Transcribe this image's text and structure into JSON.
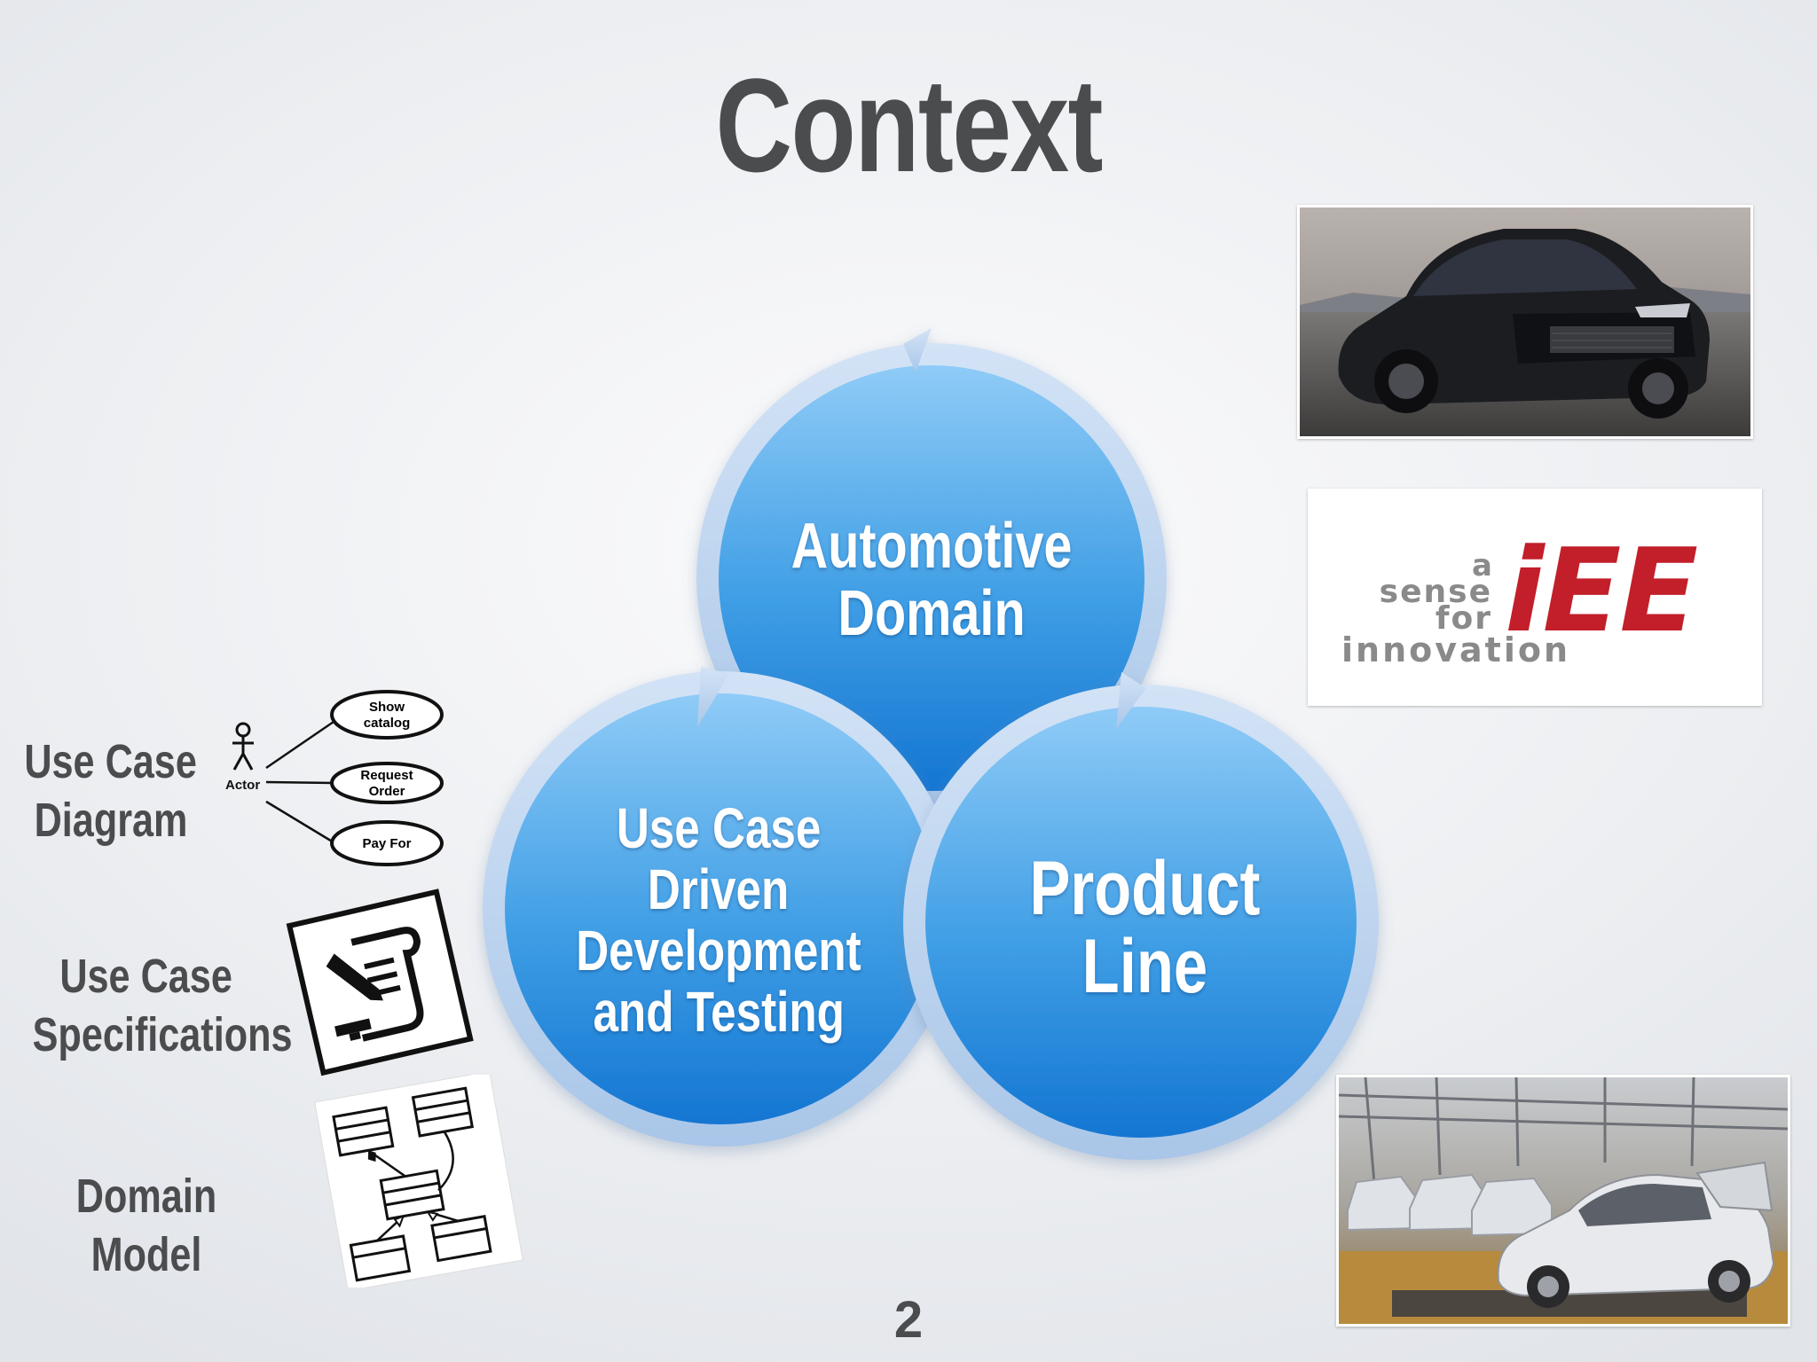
{
  "slide": {
    "title": "Context",
    "page_number": "2"
  },
  "venn": {
    "top_circle": [
      "Automotive",
      "Domain"
    ],
    "left_circle": [
      "Use Case",
      "Driven",
      "Development",
      "and Testing"
    ],
    "right_circle": [
      "Product",
      "Line"
    ],
    "colors": {
      "fill_top": "#8cc9f6",
      "fill_bottom": "#1679d3",
      "ring": "#b9d2ee"
    }
  },
  "side_labels": {
    "use_case_diagram": [
      "Use Case",
      "Diagram"
    ],
    "use_case_specifications": [
      "Use Case",
      "Specifications"
    ],
    "domain_model": [
      "Domain",
      "Model"
    ]
  },
  "use_case_diagram": {
    "actor_label": "Actor",
    "use_cases": [
      [
        "Show",
        "catalog"
      ],
      [
        "Request",
        "Order"
      ],
      [
        "Pay For"
      ]
    ]
  },
  "iee_logo": {
    "tagline": [
      "a",
      "sense",
      "for",
      "innovation"
    ],
    "brand": "iEE",
    "brand_color": "#c21f2a"
  },
  "icons": {
    "specification": "contract-signing-icon",
    "domain_model": "class-diagram-icon",
    "car_photo": "black-sedan-photo",
    "factory_photo": "car-assembly-line-photo"
  }
}
